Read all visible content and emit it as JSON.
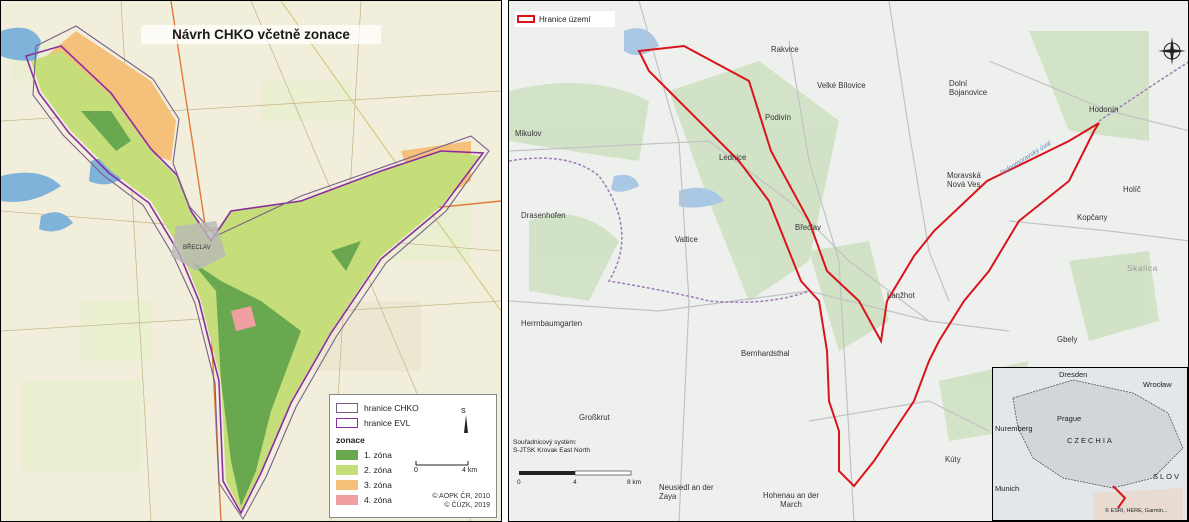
{
  "left_map": {
    "title": "Návrh CHKO včetně zonace",
    "legend": {
      "boundary_chko": "hranice CHKO",
      "boundary_evl": "hranice EVL",
      "zonation_heading": "zonace",
      "zones": [
        {
          "label": "1. zóna",
          "color": "#6aa84f"
        },
        {
          "label": "2. zóna",
          "color": "#c5de7a"
        },
        {
          "label": "3. zóna",
          "color": "#f5c07a"
        },
        {
          "label": "4. zóna",
          "color": "#f0a0a0"
        }
      ],
      "scale_start": "0",
      "scale_end": "4 km",
      "north": "S"
    },
    "town_label": "BŘECLAV",
    "credits": [
      "© AOPK ČR, 2010",
      "© ČÚZK, 2019"
    ],
    "colors": {
      "chko": "#7b5f8a",
      "evl": "#8a2ea0",
      "water": "#7fb3d9",
      "fields": "#f2eedb"
    }
  },
  "right_map": {
    "legend_label": "Hranice území",
    "boundary_color": "#d9141b",
    "places": [
      {
        "name": "Rakvice",
        "cls": "city"
      },
      {
        "name": "Velké Bílovice",
        "cls": "city"
      },
      {
        "name": "Dolní Bojanovice",
        "cls": "city"
      },
      {
        "name": "Hodonín",
        "cls": "city"
      },
      {
        "name": "Mikulov",
        "cls": "city"
      },
      {
        "name": "Podivín",
        "cls": "city"
      },
      {
        "name": "Lednice",
        "cls": "city"
      },
      {
        "name": "Moravská Nová Ves",
        "cls": "city"
      },
      {
        "name": "Holíč",
        "cls": "city"
      },
      {
        "name": "Drasenhofen",
        "cls": "city"
      },
      {
        "name": "Valtice",
        "cls": "city"
      },
      {
        "name": "Břeclav",
        "cls": "city"
      },
      {
        "name": "Kopčany",
        "cls": "city"
      },
      {
        "name": "Skalica",
        "cls": "big"
      },
      {
        "name": "Lanžhot",
        "cls": "city"
      },
      {
        "name": "Herrnbaumgarten",
        "cls": "city"
      },
      {
        "name": "Bernhardsthal",
        "cls": "city"
      },
      {
        "name": "Gbely",
        "cls": "city"
      },
      {
        "name": "Großkrut",
        "cls": "city"
      },
      {
        "name": "Kúty",
        "cls": "city"
      },
      {
        "name": "Hohenau an der March",
        "cls": "city"
      },
      {
        "name": "Neusiedl an der Zaya",
        "cls": "city"
      },
      {
        "name": "Dolnomoravský úval",
        "cls": "river"
      }
    ],
    "coord_text": [
      "Souřadnicový systém:",
      "S-JTSK Krovak East North"
    ],
    "scale_labels": [
      "0",
      "4",
      "8 km"
    ],
    "inset": {
      "places": [
        "Dresden",
        "Wrocław",
        "Prague",
        "CZECHIA",
        "Nuremberg",
        "Munich",
        "SLOV"
      ],
      "credit": "© ESRI, HERE, Garmin..."
    }
  }
}
